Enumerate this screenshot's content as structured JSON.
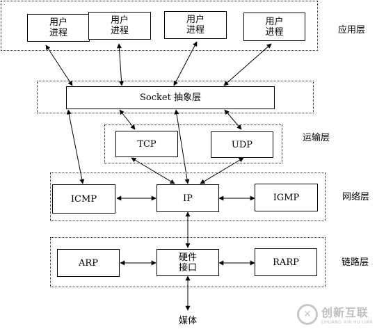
{
  "layers": {
    "application": "应用层",
    "transport": "运输层",
    "network": "网络层",
    "link": "链路层"
  },
  "boxes": {
    "user_process_1": "用户\n进程",
    "user_process_2": "用户\n进程",
    "user_process_3": "用户\n进程",
    "user_process_4": "用户\n进程",
    "socket": "Socket 抽象层",
    "tcp": "TCP",
    "udp": "UDP",
    "icmp": "ICMP",
    "ip": "IP",
    "igmp": "IGMP",
    "arp": "ARP",
    "hardware": "硬件\n接口",
    "rarp": "RARP"
  },
  "medium": "媒体",
  "watermark": {
    "name_cn": "创新互联",
    "name_en": "CHUANG XIN HU LIAN"
  }
}
